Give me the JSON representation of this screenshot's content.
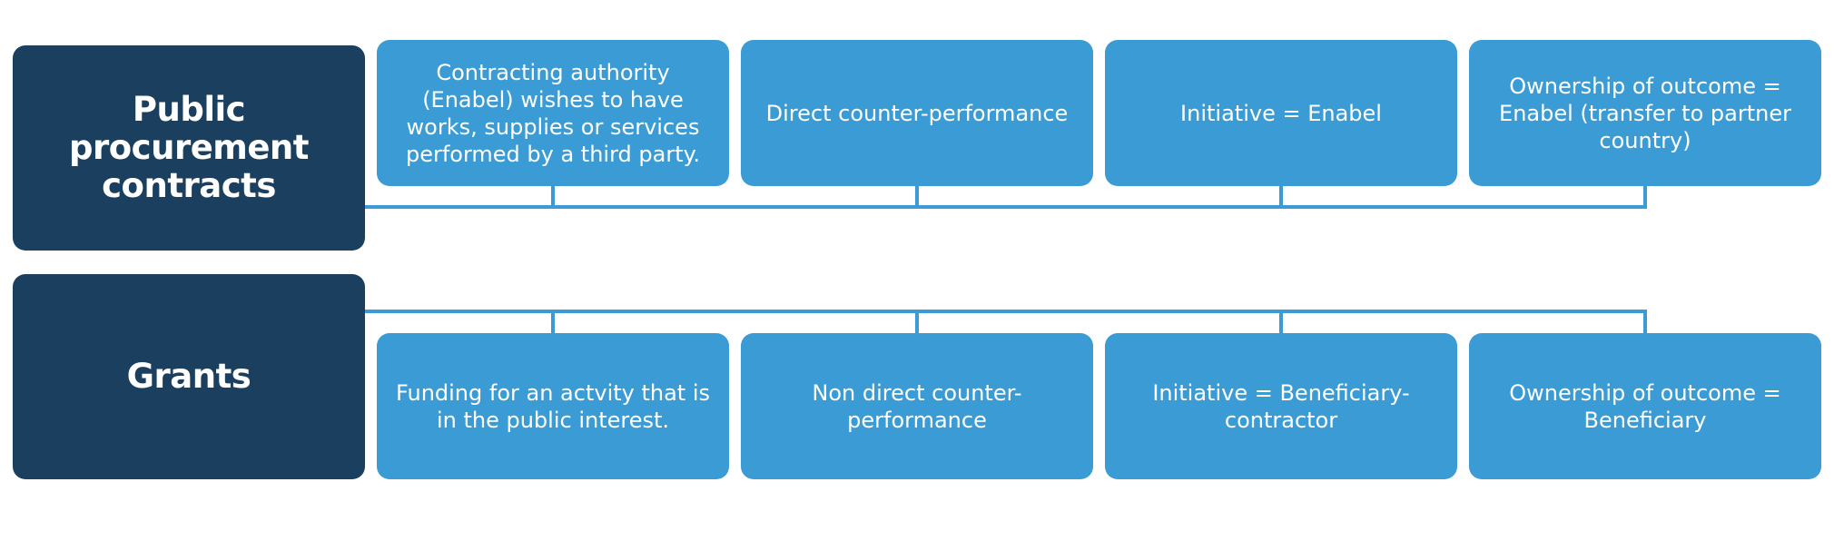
{
  "diagram": {
    "colors": {
      "header_fill": "#1b3f5f",
      "card_fill": "#3a9bd5",
      "connector": "#3a9bd5",
      "text": "#ffffff"
    },
    "rows": [
      {
        "header": "Public procurement contracts",
        "cards": [
          "Contracting authority (Enabel) wishes to have works, supplies or services performed by a third party.",
          "Direct counter-performance",
          "Initiative = Enabel",
          "Ownership of outcome = Enabel (transfer to partner country)"
        ]
      },
      {
        "header": "Grants",
        "cards": [
          "Funding for an actvity that is in the public interest.",
          "Non direct counter-performance",
          "Initiative = Beneficiary-contractor",
          "Ownership of outcome = Beneficiary"
        ]
      }
    ]
  }
}
